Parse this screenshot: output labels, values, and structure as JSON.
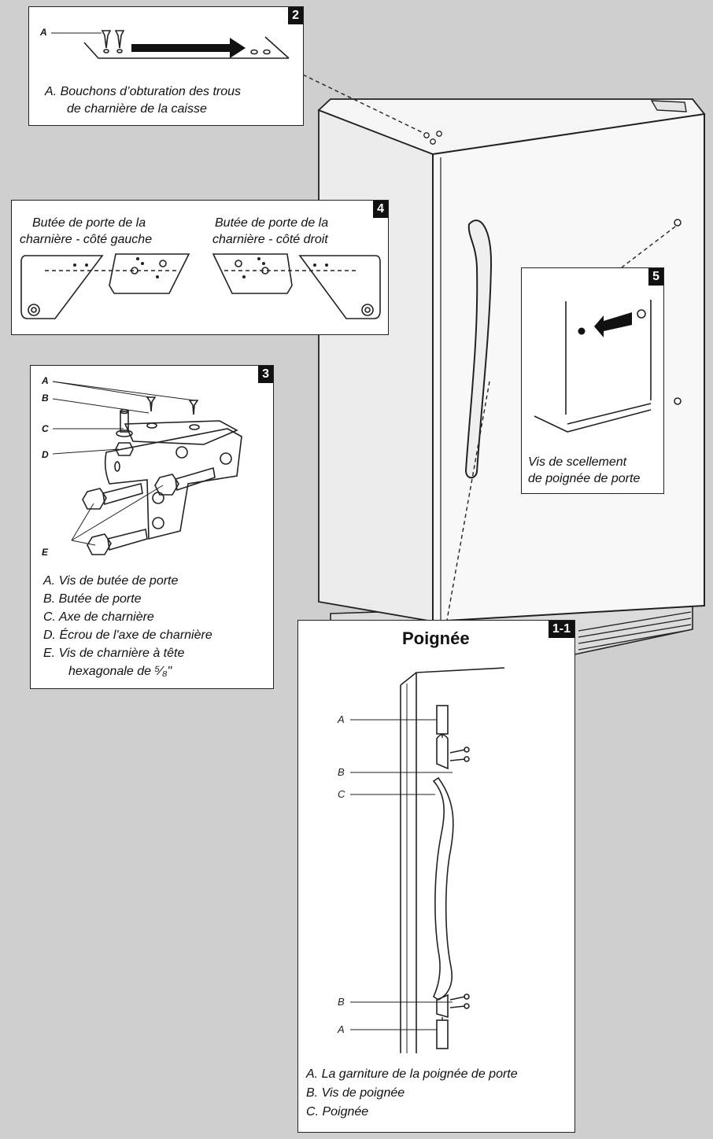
{
  "panel2": {
    "badge": "2",
    "label_a": "A",
    "caption_line1": "A. Bouchons d’obturation des trous",
    "caption_line2": "de charnière de la caisse"
  },
  "panel4": {
    "badge": "4",
    "left_title_line1": "Butée de porte de la",
    "left_title_line2": "charnière - côté gauche",
    "right_title_line1": "Butée de porte de la",
    "right_title_line2": "charnière - côté droit"
  },
  "panel3": {
    "badge": "3",
    "labels": [
      "A",
      "B",
      "C",
      "D",
      "E"
    ],
    "legend": [
      "A. Vis de butée de porte",
      "B. Butée de porte",
      "C. Axe de charnière",
      "D. Écrou de l'axe de charnière",
      "E. Vis de charnière à tête",
      "hexagonale de ⁵⁄₈\""
    ]
  },
  "panel5": {
    "badge": "5",
    "caption_line1": "Vis de scellement",
    "caption_line2": "de poignée de porte"
  },
  "panel11": {
    "badge": "1-1",
    "title": "Poignée",
    "callouts": [
      "A",
      "B",
      "C",
      "B",
      "A"
    ],
    "legend": [
      "A. La garniture de la poignée de porte",
      "B. Vis de poignée",
      "C. Poignée"
    ]
  },
  "colors": {
    "background": "#cfcfcf",
    "panel": "#ffffff",
    "ink": "#111111",
    "fridge": "#f2f2f2"
  }
}
